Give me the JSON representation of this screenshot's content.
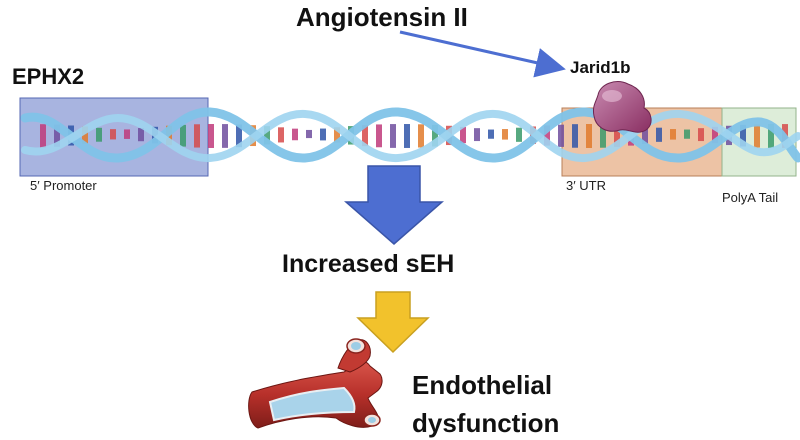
{
  "labels": {
    "angiotensin": "Angiotensin II",
    "gene": "EPHX2",
    "jarid": "Jarid1b",
    "promoter": "5′ Promoter",
    "utr": "3′ UTR",
    "polya": "PolyA Tail",
    "increased": "Increased sEH",
    "outcome_line1": "Endothelial",
    "outcome_line2": "dysfunction"
  },
  "colors": {
    "promoter_box": "#8b9bd6",
    "utr_box": "#e9b48e",
    "polya_box": "#d5e8cf",
    "dna_strand": "#7fc3e8",
    "arrow_blue": "#4d6ed1",
    "arrow_yellow": "#f2c22c",
    "jarid_protein": "#a8507c",
    "vessel_red": "#b7302a"
  }
}
